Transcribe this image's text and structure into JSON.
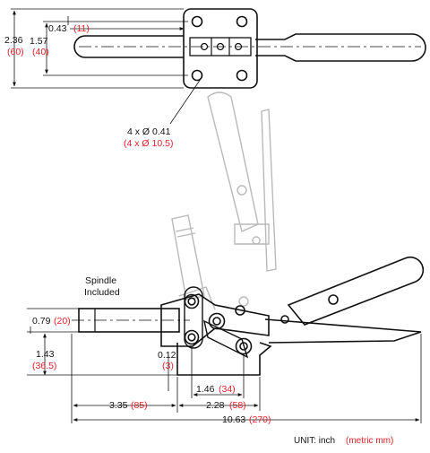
{
  "dimensions": {
    "top_height": {
      "inch": "2.36",
      "mm": "(60)"
    },
    "top_hole_offset": {
      "inch": "0.43",
      "mm": "(11)"
    },
    "top_hole_pitch": {
      "inch": "1.57",
      "mm": "(40)"
    },
    "hole_diameter": {
      "inch": "4 x Ø 0.41",
      "mm": "(4 x Ø 10.5)"
    },
    "side_height": {
      "inch": "0.79",
      "mm": "(20)"
    },
    "side_lower": {
      "inch": "1.43",
      "mm": "(36.5)"
    },
    "side_offset": {
      "inch": "0.12",
      "mm": "(3)"
    },
    "base_pitch": {
      "inch": "1.46",
      "mm": "(34)"
    },
    "base_width": {
      "inch": "2.28",
      "mm": "(58)"
    },
    "spindle_reach": {
      "inch": "3.35",
      "mm": "(85)"
    },
    "total_length": {
      "inch": "10.63",
      "mm": "(270)"
    }
  },
  "spindle_label": {
    "line1": "Spindle",
    "line2": "Included"
  },
  "unit_note": {
    "prefix": "UNIT: inch",
    "metric": "(metric mm)"
  },
  "colors": {
    "ink": "#111111",
    "metric": "#e8212b",
    "ghost": "#b9b9b9"
  }
}
